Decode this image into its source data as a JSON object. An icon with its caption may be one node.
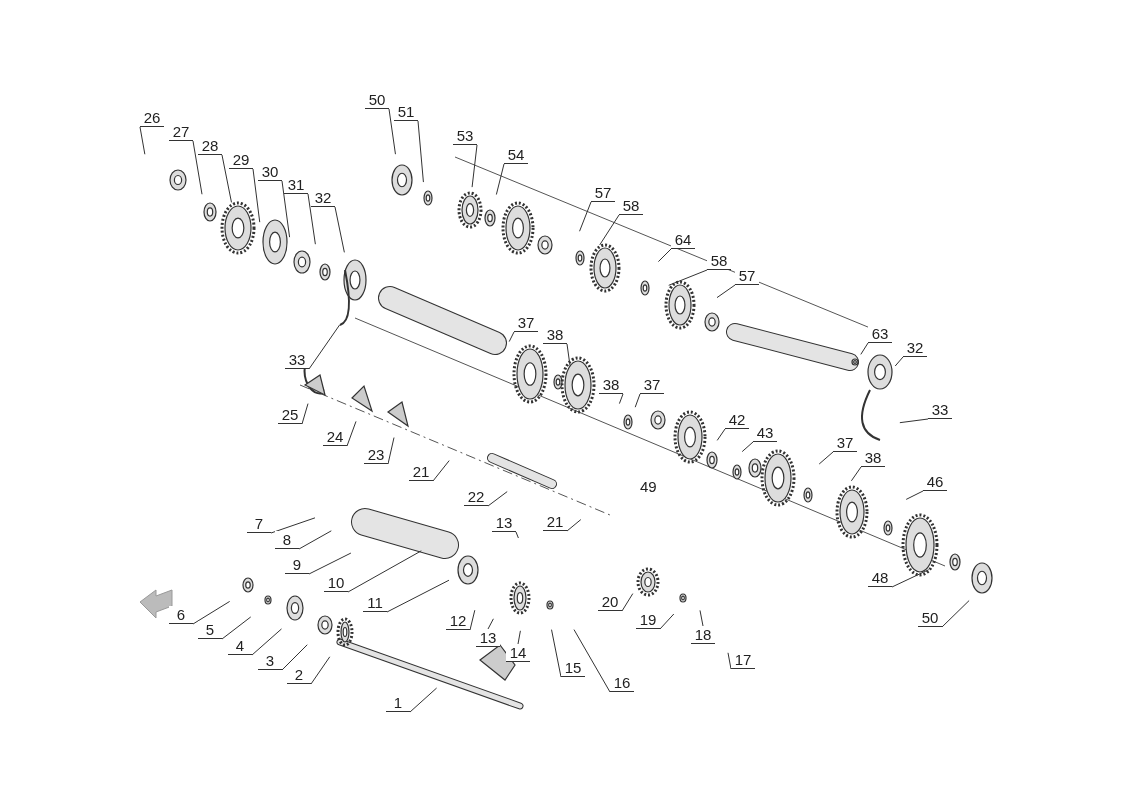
{
  "diagram": {
    "nodes": [
      {
        "text": [
          "26"
        ]
      },
      {
        "text": [
          "27"
        ]
      },
      {
        "text": [
          "28"
        ]
      },
      {
        "text": [
          "29"
        ]
      },
      {
        "text": [
          "30"
        ]
      },
      {
        "text": [
          "31"
        ]
      },
      {
        "text": [
          "32"
        ]
      },
      {
        "text": [
          "33"
        ]
      },
      {
        "text": [
          "50"
        ]
      },
      {
        "text": [
          "51"
        ]
      },
      {
        "text": [
          "53"
        ]
      },
      {
        "text": [
          "54"
        ]
      },
      {
        "text": [
          "57"
        ]
      },
      {
        "text": [
          "58"
        ]
      },
      {
        "text": [
          "64"
        ]
      },
      {
        "text": [
          "58"
        ]
      },
      {
        "text": [
          "57"
        ]
      },
      {
        "text": [
          "63"
        ]
      },
      {
        "text": [
          "32"
        ]
      },
      {
        "text": [
          "33"
        ]
      },
      {
        "text": [
          "37"
        ]
      },
      {
        "text": [
          "38"
        ]
      },
      {
        "text": [
          "38"
        ]
      },
      {
        "text": [
          "37"
        ]
      },
      {
        "text": [
          "42"
        ]
      },
      {
        "text": [
          "43"
        ]
      },
      {
        "text": [
          "37"
        ]
      },
      {
        "text": [
          "38"
        ]
      },
      {
        "text": [
          "46"
        ]
      },
      {
        "text": [
          "48"
        ]
      },
      {
        "text": [
          "50"
        ]
      },
      {
        "text": [
          "25"
        ]
      },
      {
        "text": [
          "24"
        ]
      },
      {
        "text": [
          "23"
        ]
      },
      {
        "text": [
          "21"
        ]
      },
      {
        "text": [
          "22"
        ]
      },
      {
        "text": [
          "21"
        ]
      },
      {
        "text": [
          "7"
        ]
      },
      {
        "text": [
          "8"
        ]
      },
      {
        "text": [
          "9"
        ]
      },
      {
        "text": [
          "10"
        ]
      },
      {
        "text": [
          "11"
        ]
      },
      {
        "text": [
          "13"
        ]
      },
      {
        "text": [
          "12"
        ]
      },
      {
        "text": [
          "13"
        ]
      },
      {
        "text": [
          "14"
        ]
      },
      {
        "text": [
          "15"
        ]
      },
      {
        "text": [
          "16"
        ]
      },
      {
        "text": [
          "20"
        ]
      },
      {
        "text": [
          "19"
        ]
      },
      {
        "text": [
          "18"
        ]
      },
      {
        "text": [
          "17"
        ]
      },
      {
        "text": [
          "6"
        ]
      },
      {
        "text": [
          "5"
        ]
      },
      {
        "text": [
          "4"
        ]
      },
      {
        "text": [
          "3"
        ]
      },
      {
        "text": [
          "2"
        ]
      },
      {
        "text": [
          "1"
        ]
      }
    ],
    "edges": [
      {
        "from": 0,
        "to": null,
        "arrow": "none"
      },
      {
        "from": 1,
        "to": null,
        "arrow": "none"
      },
      {
        "from": 2,
        "to": null,
        "arrow": "none"
      },
      {
        "from": 3,
        "to": null,
        "arrow": "none"
      },
      {
        "from": 4,
        "to": null,
        "arrow": "none"
      },
      {
        "from": 5,
        "to": null,
        "arrow": "none"
      },
      {
        "from": 6,
        "to": null,
        "arrow": "none"
      },
      {
        "from": 7,
        "to": null,
        "arrow": "none"
      },
      {
        "from": 8,
        "to": null,
        "arrow": "none"
      },
      {
        "from": 9,
        "to": null,
        "arrow": "none"
      },
      {
        "from": 10,
        "to": null,
        "arrow": "none"
      },
      {
        "from": 11,
        "to": null,
        "arrow": "none"
      },
      {
        "from": 12,
        "to": null,
        "arrow": "none"
      },
      {
        "from": 13,
        "to": null,
        "arrow": "none"
      },
      {
        "from": 14,
        "to": null,
        "arrow": "none"
      },
      {
        "from": 15,
        "to": null,
        "arrow": "none"
      },
      {
        "from": 16,
        "to": null,
        "arrow": "none"
      },
      {
        "from": 17,
        "to": null,
        "arrow": "none"
      },
      {
        "from": 18,
        "to": null,
        "arrow": "none"
      },
      {
        "from": 19,
        "to": null,
        "arrow": "none"
      },
      {
        "from": 20,
        "to": null,
        "arrow": "none"
      },
      {
        "from": 21,
        "to": null,
        "arrow": "none"
      },
      {
        "from": 22,
        "to": null,
        "arrow": "none"
      },
      {
        "from": 23,
        "to": null,
        "arrow": "none"
      },
      {
        "from": 24,
        "to": null,
        "arrow": "none"
      },
      {
        "from": 25,
        "to": null,
        "arrow": "none"
      },
      {
        "from": 26,
        "to": null,
        "arrow": "none"
      },
      {
        "from": 27,
        "to": null,
        "arrow": "none"
      },
      {
        "from": 28,
        "to": null,
        "arrow": "none"
      },
      {
        "from": 29,
        "to": null,
        "arrow": "none"
      },
      {
        "from": 30,
        "to": null,
        "arrow": "none"
      },
      {
        "from": 31,
        "to": null,
        "arrow": "none"
      },
      {
        "from": 32,
        "to": null,
        "arrow": "none"
      },
      {
        "from": 33,
        "to": null,
        "arrow": "none"
      },
      {
        "from": 34,
        "to": null,
        "arrow": "none"
      },
      {
        "from": 35,
        "to": null,
        "arrow": "none"
      },
      {
        "from": 36,
        "to": null,
        "arrow": "none"
      },
      {
        "from": 37,
        "to": null,
        "arrow": "none"
      },
      {
        "from": 38,
        "to": null,
        "arrow": "none"
      },
      {
        "from": 39,
        "to": null,
        "arrow": "none"
      },
      {
        "from": 40,
        "to": null,
        "arrow": "none"
      },
      {
        "from": 41,
        "to": null,
        "arrow": "none"
      },
      {
        "from": 42,
        "to": null,
        "arrow": "none"
      },
      {
        "from": 43,
        "to": null,
        "arrow": "none"
      },
      {
        "from": 44,
        "to": null,
        "arrow": "none"
      },
      {
        "from": 45,
        "to": null,
        "arrow": "none"
      },
      {
        "from": 46,
        "to": null,
        "arrow": "none"
      },
      {
        "from": 47,
        "to": null,
        "arrow": "none"
      },
      {
        "from": 48,
        "to": null,
        "arrow": "none"
      },
      {
        "from": 49,
        "to": null,
        "arrow": "none"
      },
      {
        "from": 50,
        "to": null,
        "arrow": "none"
      },
      {
        "from": 51,
        "to": null,
        "arrow": "none"
      },
      {
        "from": 52,
        "to": null,
        "arrow": "none"
      },
      {
        "from": 53,
        "to": null,
        "arrow": "none"
      },
      {
        "from": 54,
        "to": null,
        "arrow": "none"
      },
      {
        "from": 55,
        "to": null,
        "arrow": "none"
      },
      {
        "from": 56,
        "to": null,
        "arrow": "none"
      },
      {
        "from": 57,
        "to": null,
        "arrow": "none"
      }
    ],
    "labels": [
      "49"
    ]
  }
}
